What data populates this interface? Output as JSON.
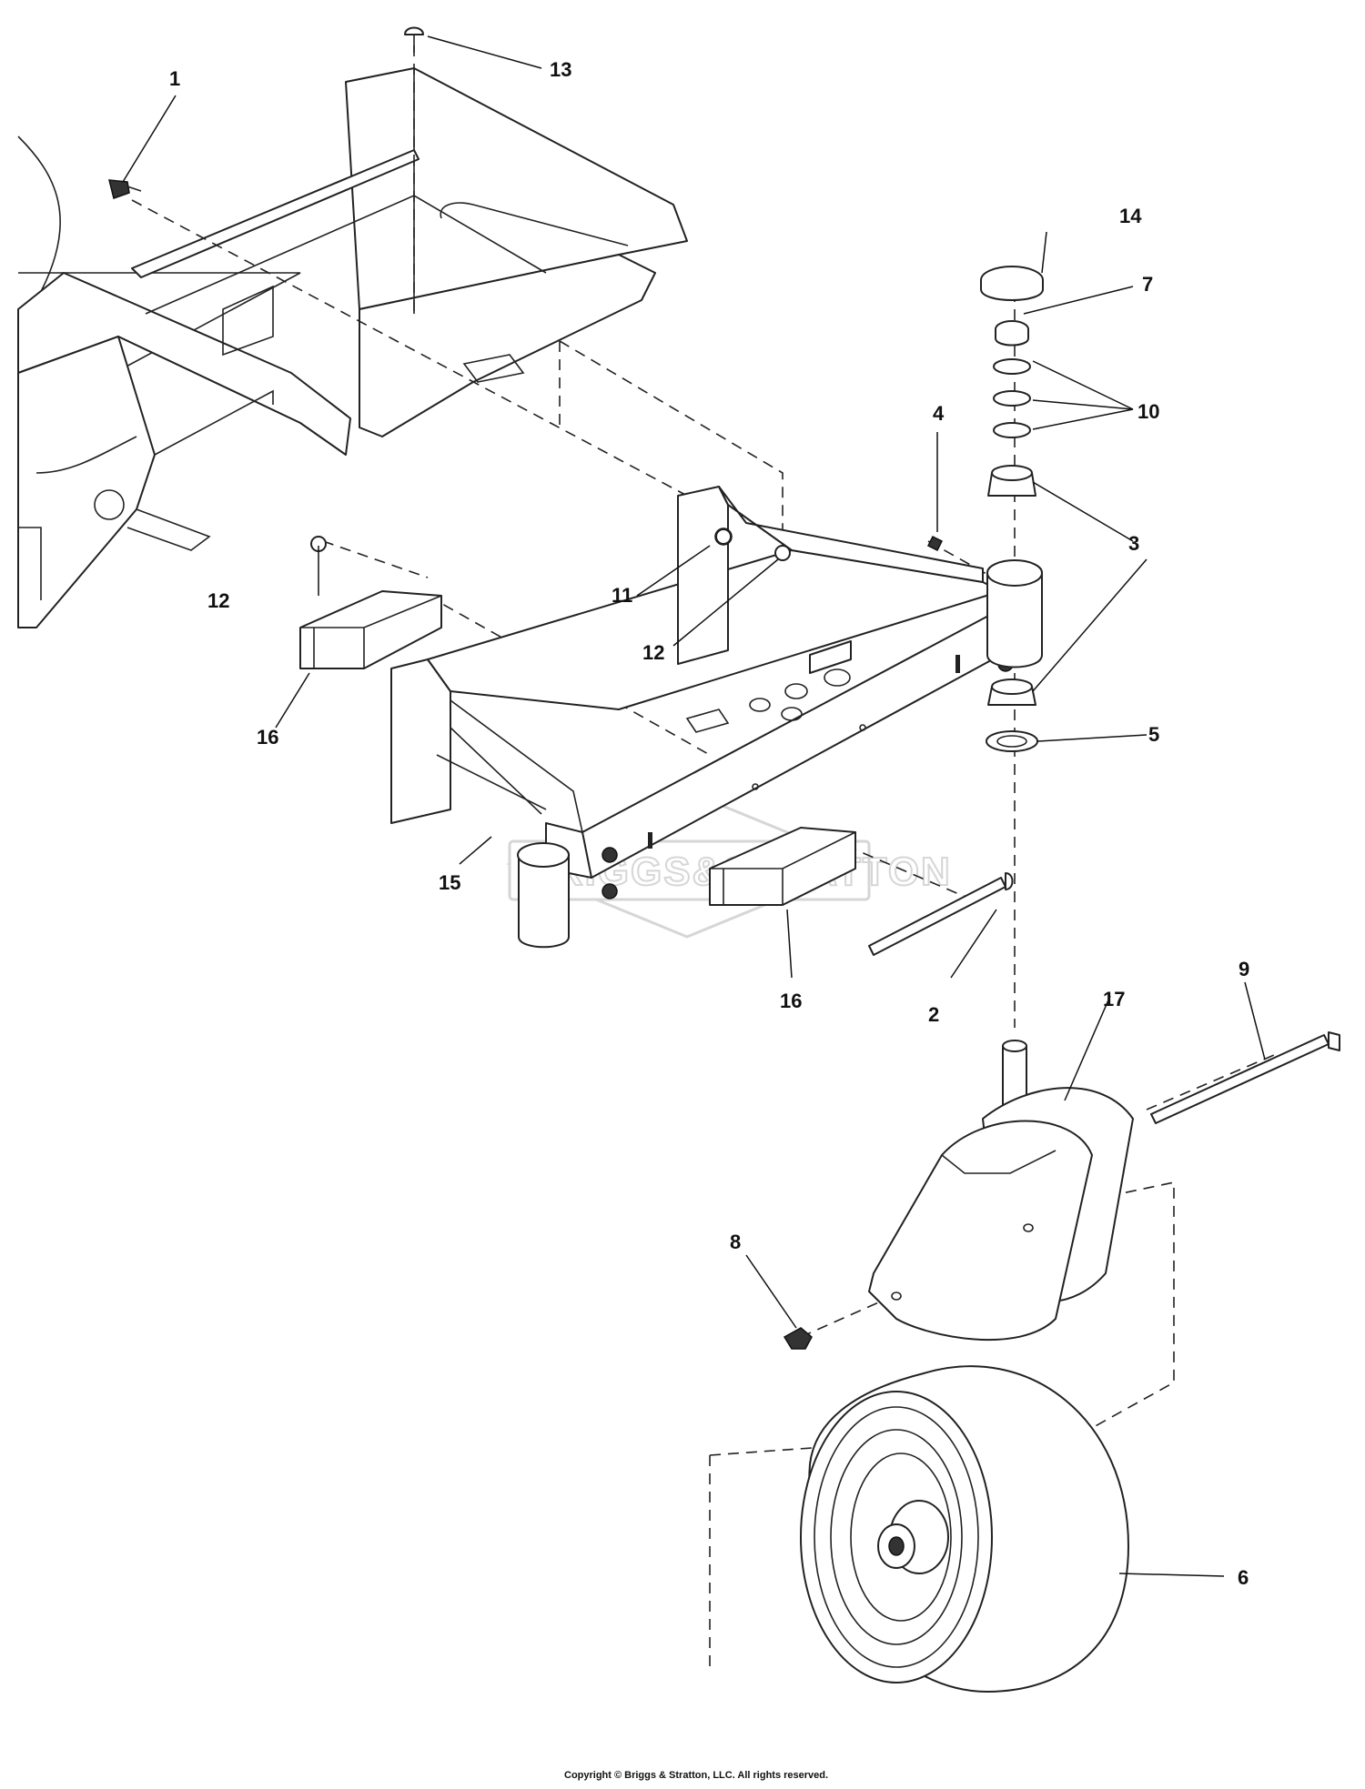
{
  "callouts": [
    {
      "id": "c1",
      "label": "1"
    },
    {
      "id": "c2",
      "label": "2"
    },
    {
      "id": "c3a",
      "label": "3"
    },
    {
      "id": "c4",
      "label": "4"
    },
    {
      "id": "c5",
      "label": "5"
    },
    {
      "id": "c6",
      "label": "6"
    },
    {
      "id": "c7",
      "label": "7"
    },
    {
      "id": "c8",
      "label": "8"
    },
    {
      "id": "c9",
      "label": "9"
    },
    {
      "id": "c10",
      "label": "10"
    },
    {
      "id": "c11",
      "label": "11"
    },
    {
      "id": "c12a",
      "label": "12"
    },
    {
      "id": "c12b",
      "label": "12"
    },
    {
      "id": "c13",
      "label": "13"
    },
    {
      "id": "c14",
      "label": "14"
    },
    {
      "id": "c15",
      "label": "15"
    },
    {
      "id": "c16a",
      "label": "16"
    },
    {
      "id": "c16b",
      "label": "16"
    },
    {
      "id": "c17",
      "label": "17"
    }
  ],
  "watermark": "BRIGGS&STRATTON",
  "copyright": "Copyright © Briggs & Stratton, LLC. All rights reserved.",
  "colors": {
    "line": "#222222",
    "watermark": "#d6d6d6",
    "background": "#ffffff"
  }
}
